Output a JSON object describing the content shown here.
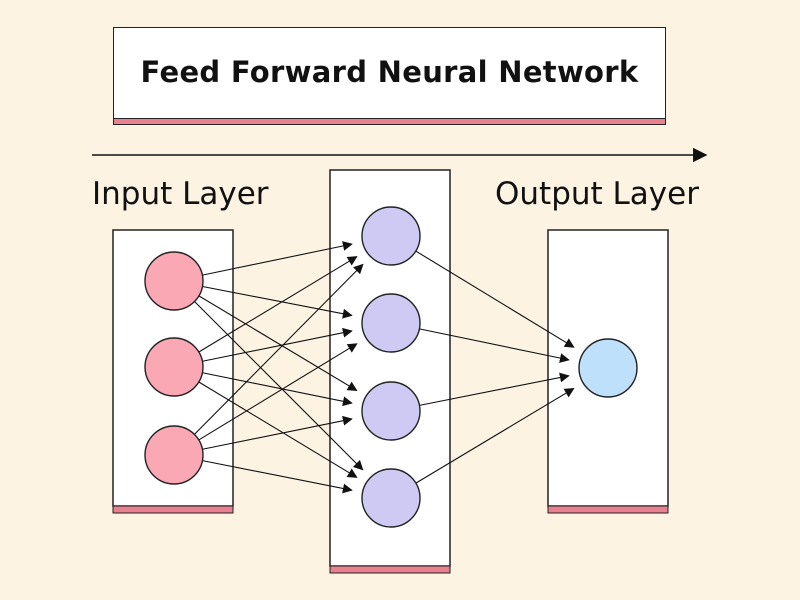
{
  "title": "Feed Forward Neural Network",
  "labels": {
    "input_layer": "Input Layer",
    "output_layer": "Output Layer"
  },
  "network": {
    "layers": [
      {
        "name": "input",
        "neurons": 3,
        "fill": "#f9a8b4"
      },
      {
        "name": "hidden",
        "neurons": 4,
        "fill": "#cfcaf3"
      },
      {
        "name": "output",
        "neurons": 1,
        "fill": "#bfe0fb"
      }
    ],
    "connection": "fully-connected"
  },
  "colors": {
    "background": "#fcf3e3",
    "panel": "#ffffff",
    "accent_bar": "#e8808f",
    "stroke": "#222222"
  }
}
